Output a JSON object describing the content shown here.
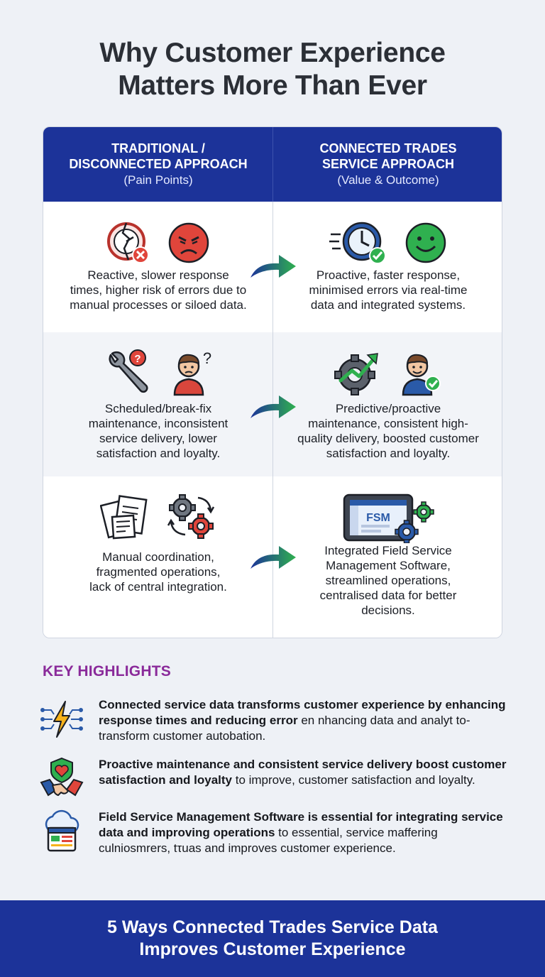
{
  "title": {
    "line1": "Why Customer Experience",
    "line2": "Matters More Than Ever"
  },
  "table": {
    "left_header": "TRADITIONAL /\nDISCONNECTED APPROACH",
    "left_sub": "(Pain Points)",
    "right_header": "CONNECTED TRADES\nSERVICE APPROACH",
    "right_sub": "(Value & Outcome)",
    "rows": [
      {
        "left": "Reactive, slower response\ntimes, higher risk of errors due to\nmanual processes or siloed data.",
        "right": "Proactive, faster response,\nminimised errors via real-time\ndata and integrated systems."
      },
      {
        "left": "Scheduled/break-fix\nmaintenance, inconsistent\nservice delivery, lower\nsatisfaction and loyalty.",
        "right": "Predictive/proactive\nmaintenance, consistent high-\nquality delivery, boosted customer\nsatisfaction and loyalty."
      },
      {
        "left": "Manual coordination,\nfragmented operations,\nlack of central integration.",
        "right": "Integrated Field Service\nManagement Software,\nstreamlined operations,\ncentralised data for better\ndecisions."
      }
    ],
    "fsm_label": "FSM"
  },
  "highlights": {
    "title": "KEY HIGHLIGHTS",
    "items": [
      {
        "bold": "Connected service data transforms customer experience by enhancing response times and reducing error",
        "rest": " en nhancing data and analyt to-transform customer autobation."
      },
      {
        "bold": "Proactive maintenance and consistent service delivery boost customer satisfaction and loyalty",
        "rest": " to improve, customer satisfaction and loyalty."
      },
      {
        "bold": "Field Service Management Software is essential for integrating service data and improving operations",
        "rest": " to essential, service maffering culniosmrers, tτuas and improves customer experience."
      }
    ]
  },
  "banner": {
    "line1": "5 Ways Connected Trades Service Data",
    "line2": "Improves Customer Experience"
  },
  "colors": {
    "header_blue": "#1c3399",
    "highlight_purple": "#8a2a9a",
    "negative_red": "#d9463c",
    "positive_green": "#2fb04f"
  }
}
